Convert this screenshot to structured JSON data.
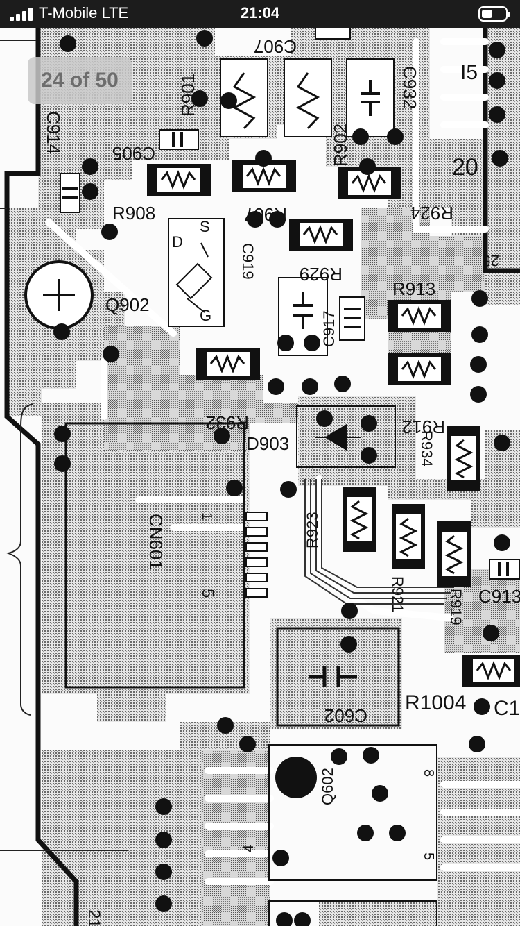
{
  "status_bar": {
    "carrier": "T-Mobile  LTE",
    "time": "21:04",
    "battery_level": 0.45
  },
  "viewer": {
    "page_counter": "24 of 50"
  },
  "schematic": {
    "labels": {
      "c907": "C907",
      "r901": "R901",
      "c932": "C932",
      "i5": "I5",
      "c914": "C914",
      "c905": "C905",
      "r902": "R902",
      "n20": "20",
      "r924": "R924",
      "r908": "R908",
      "r907": "R907",
      "r929": "R929",
      "q902": "Q902",
      "c919": "C919",
      "c917": "C917",
      "r913": "R913",
      "d": "D",
      "s": "S",
      "g": "G",
      "r932": "R932",
      "d903": "D903",
      "r912": "R912",
      "r934": "R934",
      "cn601": "CN601",
      "n1": "1",
      "n5": "5",
      "r923": "R923",
      "r921": "R921",
      "r919": "R919",
      "c913": "C913",
      "c602": "C602",
      "r1004": "R1004",
      "c1": "C1",
      "q602": "Q602",
      "n4": "4",
      "n8": "8",
      "n5b": "5",
      "n25": "25",
      "n21": "21"
    }
  }
}
